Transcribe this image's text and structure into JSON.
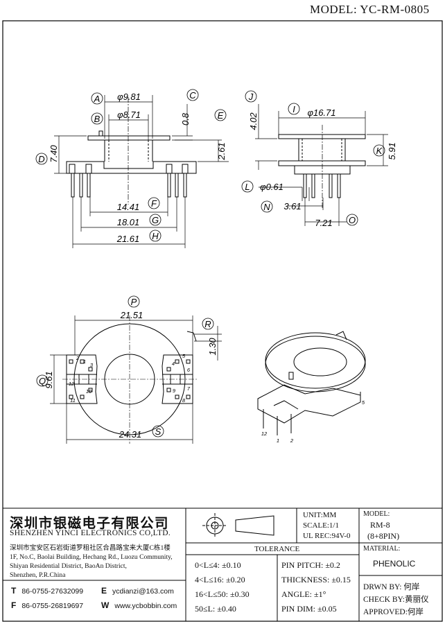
{
  "title": "MODEL: YC-RM-0805",
  "dims": {
    "A": "φ9.81",
    "B": "φ8.71",
    "C": "0.8",
    "D": "7.40",
    "E": "2.61",
    "F": "14.41",
    "G": "18.01",
    "H": "21.61",
    "I": "φ16.71",
    "J": "4.02",
    "K": "5.91",
    "L": "φ0.61",
    "N": "3.61",
    "O": "7.21",
    "P": "21.51",
    "Q": "9.61",
    "R": "1.30",
    "S": "24.31"
  },
  "letters": [
    "A",
    "B",
    "C",
    "D",
    "E",
    "F",
    "G",
    "H",
    "I",
    "J",
    "K",
    "L",
    "N",
    "O",
    "P",
    "Q",
    "R",
    "S"
  ],
  "pins": {
    "left": [
      "2",
      "1",
      "3",
      "12",
      "10",
      "11"
    ],
    "right": [
      "4",
      "5",
      "6",
      "7",
      "9",
      "8"
    ],
    "iso": [
      "12",
      "1",
      "2",
      "5"
    ]
  },
  "company": {
    "name_cn": "深圳市银磁电子有限公司",
    "name_en": "SHENZHEN YINCI ELECTRONICS CO,LTD.",
    "address": [
      "深圳市宝安区石岩街道罗租社区合昌路宝来大厦C栋1楼",
      "1F, No.C, Baolai Building, Hechang Rd., Luozu Community,",
      "Shiyan Residential District, BaoAn District,",
      "Shenzhen, P.R.China"
    ],
    "tel_label": "T",
    "tel": "86-0755-27632099",
    "fax_label": "F",
    "fax": "86-0755-26819697",
    "email_label": "E",
    "email": "ycdianzi@163.com",
    "web_label": "W",
    "web": "www.ycbobbin.com"
  },
  "specs": {
    "unit": "UNIT:MM",
    "scale": "SCALE:1/1",
    "ul": "UL REC:94V-0",
    "model_label": "MODEL:",
    "model": "RM-8",
    "model_sub": "(8+8PIN)",
    "material_label": "MATERIAL:",
    "material": "PHENOLIC"
  },
  "tolerance": {
    "title": "TOLERANCE",
    "rows_left": [
      "0<L≤4: ±0.10",
      "4<L≤16: ±0.20",
      "16<L≤50: ±0.30",
      "50≤L: ±0.40"
    ],
    "rows_right": [
      "PIN PITCH: ±0.2",
      "THICKNESS: ±0.15",
      "ANGLE: ±1°",
      "PIN DIM: ±0.05"
    ]
  },
  "approvals": {
    "drawn": "DRWN BY: 何岸",
    "check": "CHECK BY:黄丽仪",
    "approved": "APPROVED:何岸"
  }
}
